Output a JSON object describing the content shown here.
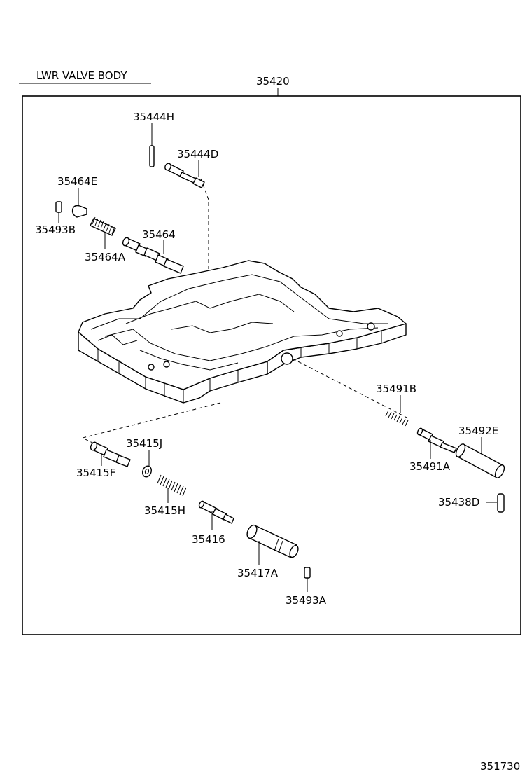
{
  "title": "LWR VALVE BODY",
  "assembly_number": "35420",
  "figure_number": "351730",
  "labels": {
    "p35444H": "35444H",
    "p35444D": "35444D",
    "p35464E": "35464E",
    "p35493B": "35493B",
    "p35464": "35464",
    "p35464A": "35464A",
    "p35491B": "35491B",
    "p35492E": "35492E",
    "p35491A": "35491A",
    "p35438D": "35438D",
    "p35415J": "35415J",
    "p35415F": "35415F",
    "p35415H": "35415H",
    "p35416": "35416",
    "p35417A": "35417A",
    "p35493A": "35493A"
  }
}
